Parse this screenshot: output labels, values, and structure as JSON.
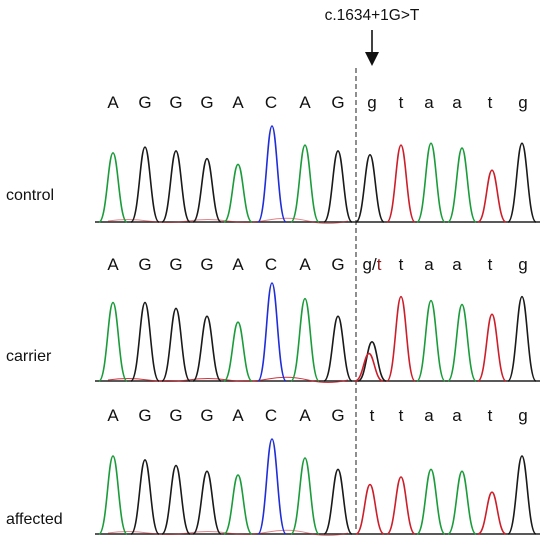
{
  "mutation_label": "c.1634+1G>T",
  "colors": {
    "A": "#1a9c3a",
    "C": "#1f2ed8",
    "G": "#1a1a1a",
    "T": "#cc1f2a",
    "mutant_text": "#8b1a1a",
    "text": "#111111"
  },
  "rows": [
    {
      "label": "control",
      "bases": [
        {
          "text": "A"
        },
        {
          "text": "G"
        },
        {
          "text": "G"
        },
        {
          "text": "G"
        },
        {
          "text": "A"
        },
        {
          "text": "C"
        },
        {
          "text": "A"
        },
        {
          "text": "G"
        },
        {
          "text": "g"
        },
        {
          "text": "t"
        },
        {
          "text": "a"
        },
        {
          "text": "a"
        },
        {
          "text": "t"
        },
        {
          "text": "g"
        }
      ]
    },
    {
      "label": "carrier",
      "bases": [
        {
          "text": "A"
        },
        {
          "text": "G"
        },
        {
          "text": "G"
        },
        {
          "text": "G"
        },
        {
          "text": "A"
        },
        {
          "text": "C"
        },
        {
          "text": "A"
        },
        {
          "text": "G"
        },
        {
          "text": "g/",
          "suffix": "t"
        },
        {
          "text": "t"
        },
        {
          "text": "a"
        },
        {
          "text": "a"
        },
        {
          "text": "t"
        },
        {
          "text": "g"
        }
      ]
    },
    {
      "label": "affected",
      "bases": [
        {
          "text": "A"
        },
        {
          "text": "G"
        },
        {
          "text": "G"
        },
        {
          "text": "G"
        },
        {
          "text": "A"
        },
        {
          "text": "C"
        },
        {
          "text": "A"
        },
        {
          "text": "G"
        },
        {
          "text": "t",
          "mutant": true
        },
        {
          "text": "t"
        },
        {
          "text": "a"
        },
        {
          "text": "a"
        },
        {
          "text": "t"
        },
        {
          "text": "g"
        }
      ]
    }
  ],
  "peaks": [
    [
      {
        "b": "A",
        "h": 0.72
      },
      {
        "b": "G",
        "h": 0.78
      },
      {
        "b": "G",
        "h": 0.74
      },
      {
        "b": "G",
        "h": 0.66
      },
      {
        "b": "A",
        "h": 0.6
      },
      {
        "b": "C",
        "h": 1.0
      },
      {
        "b": "A",
        "h": 0.8
      },
      {
        "b": "G",
        "h": 0.74
      },
      {
        "b": "G",
        "h": 0.7
      },
      {
        "b": "T",
        "h": 0.8
      },
      {
        "b": "A",
        "h": 0.82
      },
      {
        "b": "A",
        "h": 0.77
      },
      {
        "b": "T",
        "h": 0.54
      },
      {
        "b": "G",
        "h": 0.82
      }
    ],
    [
      {
        "b": "A",
        "h": 0.8
      },
      {
        "b": "G",
        "h": 0.8
      },
      {
        "b": "G",
        "h": 0.74
      },
      {
        "b": "G",
        "h": 0.66
      },
      {
        "b": "A",
        "h": 0.6
      },
      {
        "b": "C",
        "h": 1.0
      },
      {
        "b": "A",
        "h": 0.84
      },
      {
        "b": "G",
        "h": 0.66
      },
      {
        "b": "G+T",
        "h": 0.4,
        "h2": 0.28
      },
      {
        "b": "T",
        "h": 0.86
      },
      {
        "b": "A",
        "h": 0.82
      },
      {
        "b": "A",
        "h": 0.78
      },
      {
        "b": "T",
        "h": 0.68
      },
      {
        "b": "G",
        "h": 0.86
      }
    ],
    [
      {
        "b": "A",
        "h": 0.82
      },
      {
        "b": "G",
        "h": 0.78
      },
      {
        "b": "G",
        "h": 0.72
      },
      {
        "b": "G",
        "h": 0.66
      },
      {
        "b": "A",
        "h": 0.62
      },
      {
        "b": "C",
        "h": 1.0
      },
      {
        "b": "A",
        "h": 0.8
      },
      {
        "b": "G",
        "h": 0.68
      },
      {
        "b": "T",
        "h": 0.52
      },
      {
        "b": "T",
        "h": 0.6
      },
      {
        "b": "A",
        "h": 0.68
      },
      {
        "b": "A",
        "h": 0.66
      },
      {
        "b": "T",
        "h": 0.44
      },
      {
        "b": "G",
        "h": 0.82
      }
    ]
  ]
}
